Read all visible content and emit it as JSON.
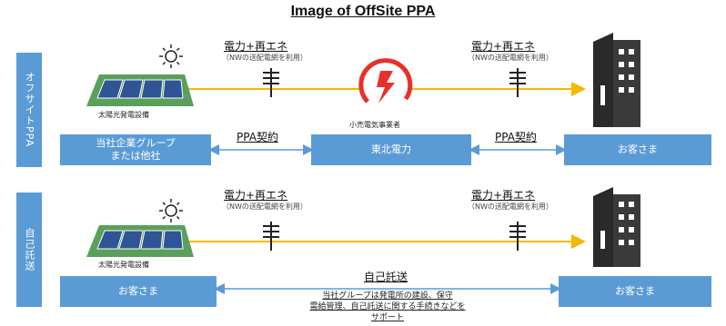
{
  "title": "Image of OffSite PPA",
  "colors": {
    "box_blue": "#5b9bd5",
    "power_line": "#f5b800",
    "arrow_blue": "#5b9bd5",
    "logo_red": "#e8302a",
    "building": "#3a3a3a",
    "solar_green": "#5aa05a",
    "solar_panel": "#2f5597"
  },
  "icons": [
    "sun-icon",
    "solar-panel-icon",
    "utility-pole-icon",
    "building-icon",
    "tohoku-electric-logo-icon"
  ],
  "section1": {
    "side_label": "オフサイトPPA",
    "solar_caption": "太陽光発電設備",
    "flow_left": {
      "label": "電力+再エネ",
      "sub": "（NWの送配電網を利用）"
    },
    "flow_right": {
      "label": "電力+再エネ",
      "sub": "（NWの送配電網を利用）"
    },
    "retailer_caption": "小売電気事業者",
    "box_left_line1": "当社企業グループ",
    "box_left_line2": "または他社",
    "box_center": "東北電力",
    "box_right": "お客さま",
    "contract_left": "PPA契約",
    "contract_right": "PPA契約"
  },
  "section2": {
    "side_label": "自己託送",
    "solar_caption": "太陽光発電設備",
    "flow_left": {
      "label": "電力+再エネ",
      "sub": "（NWの送配電網を利用）"
    },
    "flow_right": {
      "label": "電力+再エネ",
      "sub": "（NWの送配電網を利用）"
    },
    "box_left": "お客さま",
    "box_right": "お客さま",
    "self_wheeling_label": "自己託送",
    "note_line1": "当社グループは発電所の建設、保守",
    "note_line2": "需給管理、自己託送に関する手続きなどを",
    "note_line3": "サポート"
  }
}
